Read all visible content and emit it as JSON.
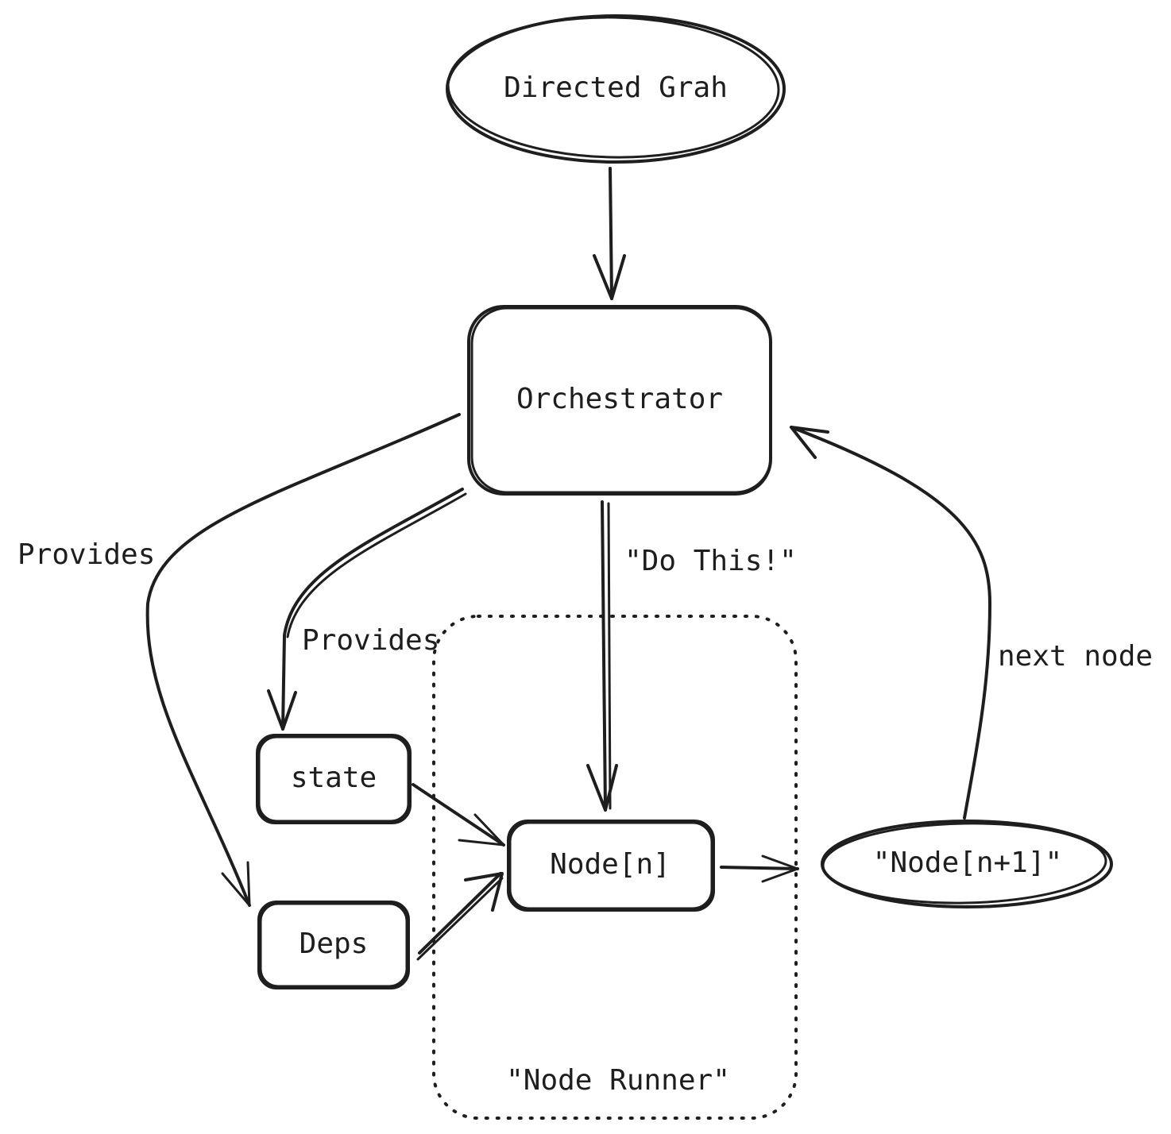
{
  "nodes": {
    "directed_graph": "Directed Grah",
    "orchestrator": "Orchestrator",
    "state": "state",
    "deps": "Deps",
    "node_n": "Node[n]",
    "node_n1": "\"Node[n+1]\"",
    "node_runner": "\"Node Runner\""
  },
  "edge_labels": {
    "provides_left": "Provides",
    "provides_inner": "Provides",
    "do_this": "\"Do This!\"",
    "next_node": "next node"
  },
  "colors": {
    "stroke": "#1e1e1e",
    "background": "#ffffff"
  }
}
